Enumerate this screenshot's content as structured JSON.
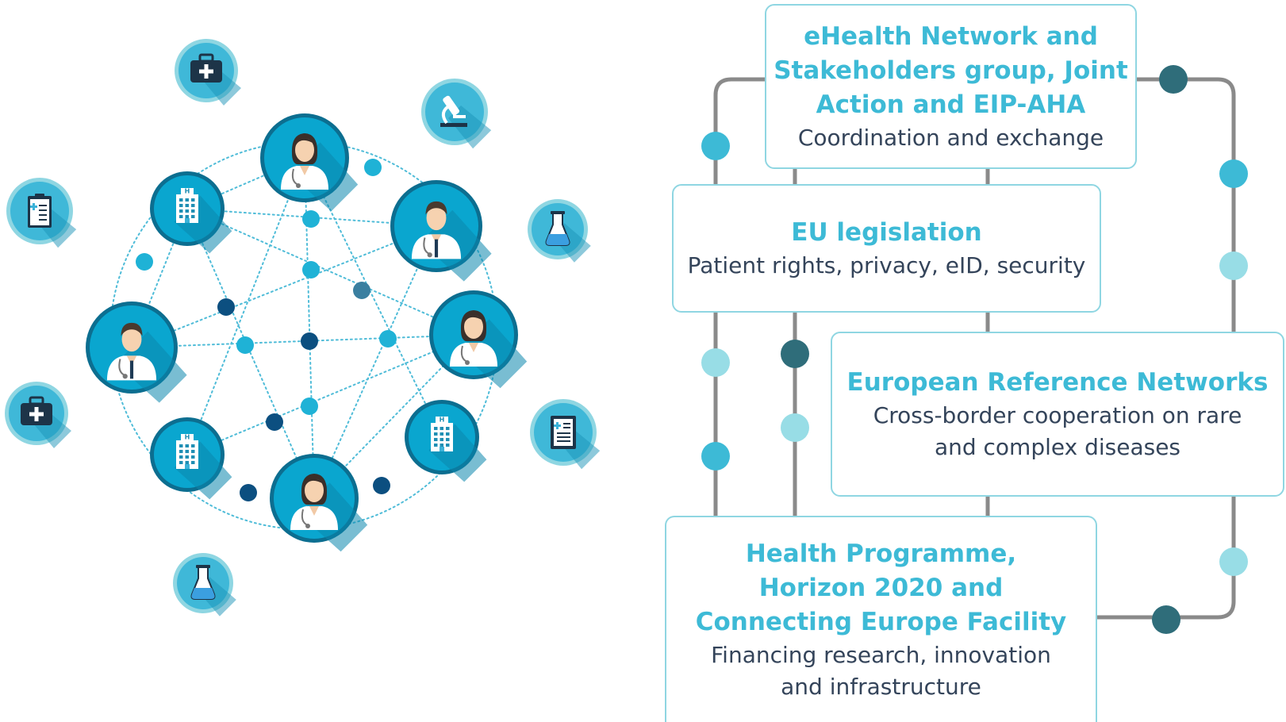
{
  "diagram": {
    "boxes": [
      {
        "title": "eHealth Network and\nStakeholders group, Joint\nAction and EIP-AHA",
        "desc": "Coordination and exchange"
      },
      {
        "title": "EU legislation",
        "desc": "Patient rights, privacy, eID, security"
      },
      {
        "title": "European Reference Networks",
        "desc": "Cross-border cooperation on rare\nand complex diseases"
      },
      {
        "title": "Health Programme,\nHorizon 2020 and\nConnecting Europe Facility",
        "desc": "Financing research, innovation\nand infrastructure"
      }
    ]
  },
  "network": {
    "nodes": [
      {
        "icon": "doctor-female-icon"
      },
      {
        "icon": "hospital-icon"
      },
      {
        "icon": "doctor-male-icon"
      },
      {
        "icon": "doctor-male-icon"
      },
      {
        "icon": "doctor-female-icon"
      },
      {
        "icon": "hospital-icon"
      },
      {
        "icon": "hospital-icon"
      },
      {
        "icon": "doctor-female-icon"
      }
    ],
    "satellites": [
      {
        "icon": "medical-kit-icon"
      },
      {
        "icon": "microscope-icon"
      },
      {
        "icon": "clipboard-icon"
      },
      {
        "icon": "flask-icon"
      },
      {
        "icon": "medical-kit-icon"
      },
      {
        "icon": "document-icon"
      },
      {
        "icon": "flask-icon"
      }
    ]
  },
  "colors": {
    "accent": "#3dbad6",
    "dark": "#2f6d7a",
    "light": "#98dde6",
    "line": "#8a8a8a",
    "text": "#34445a",
    "border": "#8fd6e2",
    "node": "#0aa6cf",
    "node_ring": "#0c6e90",
    "navy": "#0c4f80"
  }
}
